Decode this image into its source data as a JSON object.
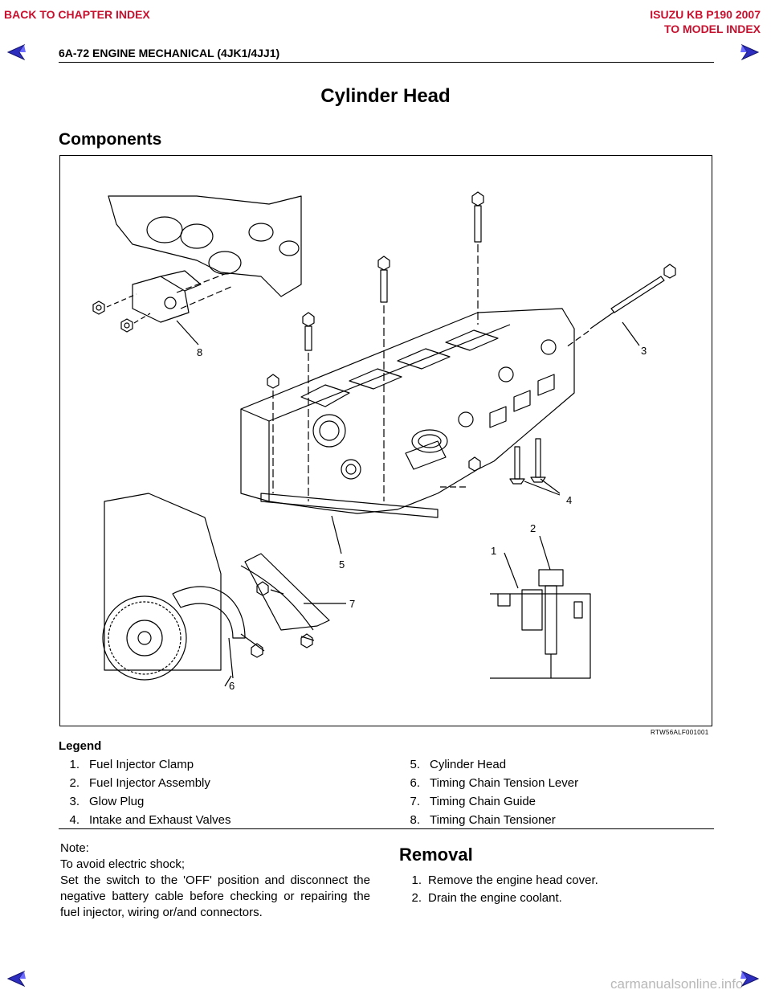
{
  "nav": {
    "back_to_chapter": "BACK TO CHAPTER INDEX",
    "model_title": "ISUZU KB P190 2007",
    "to_model_index": "TO MODEL INDEX",
    "accent_color": "#c8102e",
    "arrow_color": "#2d2dbe"
  },
  "header": {
    "page_title": "6A-72  ENGINE MECHANICAL (4JK1/4JJ1)"
  },
  "section": {
    "title": "Cylinder Head",
    "subtitle": "Components"
  },
  "figure": {
    "id": "RTW56ALF001001",
    "callouts": [
      "1",
      "2",
      "3",
      "4",
      "5",
      "6",
      "7",
      "8"
    ]
  },
  "legend": {
    "title": "Legend",
    "left": [
      {
        "num": "1.",
        "label": "Fuel Injector Clamp"
      },
      {
        "num": "2.",
        "label": "Fuel Injector Assembly"
      },
      {
        "num": "3.",
        "label": "Glow Plug"
      },
      {
        "num": "4.",
        "label": "Intake and Exhaust Valves"
      }
    ],
    "right": [
      {
        "num": "5.",
        "label": "Cylinder Head"
      },
      {
        "num": "6.",
        "label": "Timing Chain Tension Lever"
      },
      {
        "num": "7.",
        "label": "Timing Chain Guide"
      },
      {
        "num": "8.",
        "label": "Timing Chain Tensioner"
      }
    ]
  },
  "note": {
    "line1": "Note:",
    "line2": "To avoid electric shock;",
    "line3": "Set the switch to the 'OFF' position and disconnect the negative battery cable before checking or repairing the fuel injector, wiring or/and connectors."
  },
  "removal": {
    "title": "Removal",
    "steps": [
      {
        "num": "1.",
        "text": "Remove the engine head cover."
      },
      {
        "num": "2.",
        "text": "Drain the engine coolant."
      }
    ]
  },
  "footer": {
    "watermark": "carmanualsonline.info"
  }
}
